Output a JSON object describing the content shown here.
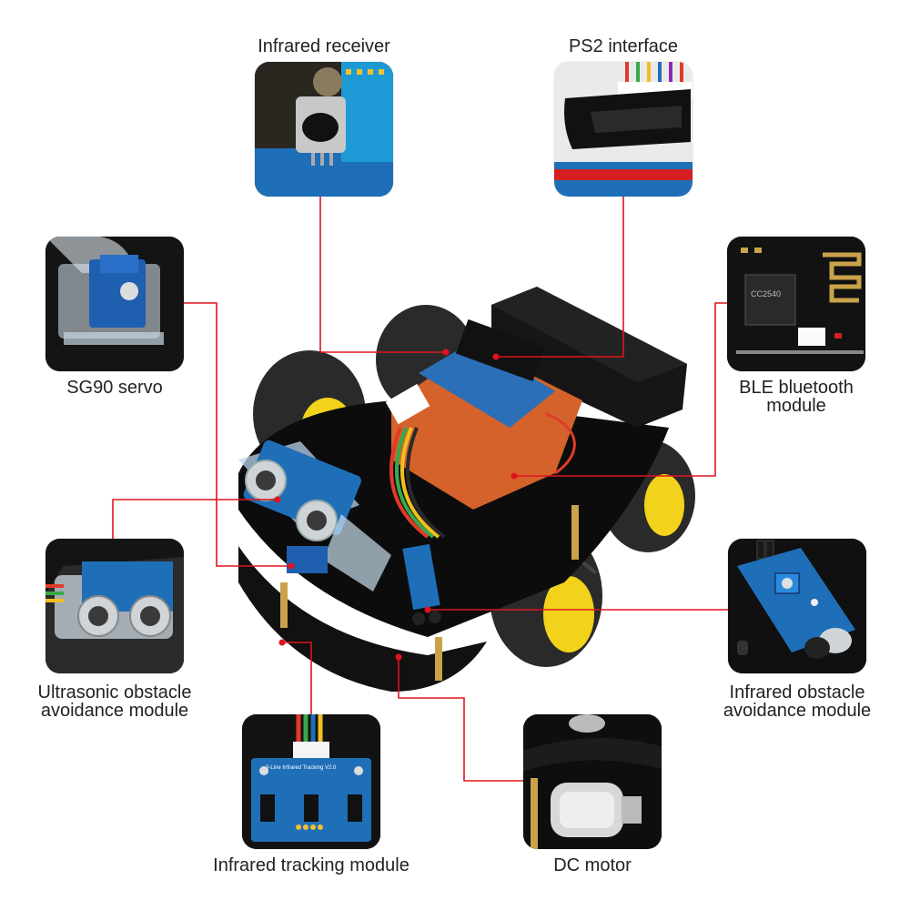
{
  "labels": {
    "infrared_receiver": "Infrared receiver",
    "ps2_interface": "PS2 interface",
    "sg90_servo": "SG90 servo",
    "ble_line1": "BLE bluetooth",
    "ble_line2": "module",
    "ultrasonic_line1": "Ultrasonic obstacle",
    "ultrasonic_line2": "avoidance module",
    "ir_obstacle_line1": "Infrared obstacle",
    "ir_obstacle_line2": "avoidance module",
    "ir_tracking": "Infrared tracking module",
    "dc_motor": "DC motor"
  },
  "board_text": {
    "ble_chip": "CC2540",
    "tracking_board": "3-Line Infrared Tracking V2.0"
  },
  "colors": {
    "connector_line": "#e0141e",
    "thumb_dark": "#141414",
    "pcb_blue": "#1f6fb8",
    "tire": "#2a2a2a",
    "rim": "#f2d21b"
  }
}
